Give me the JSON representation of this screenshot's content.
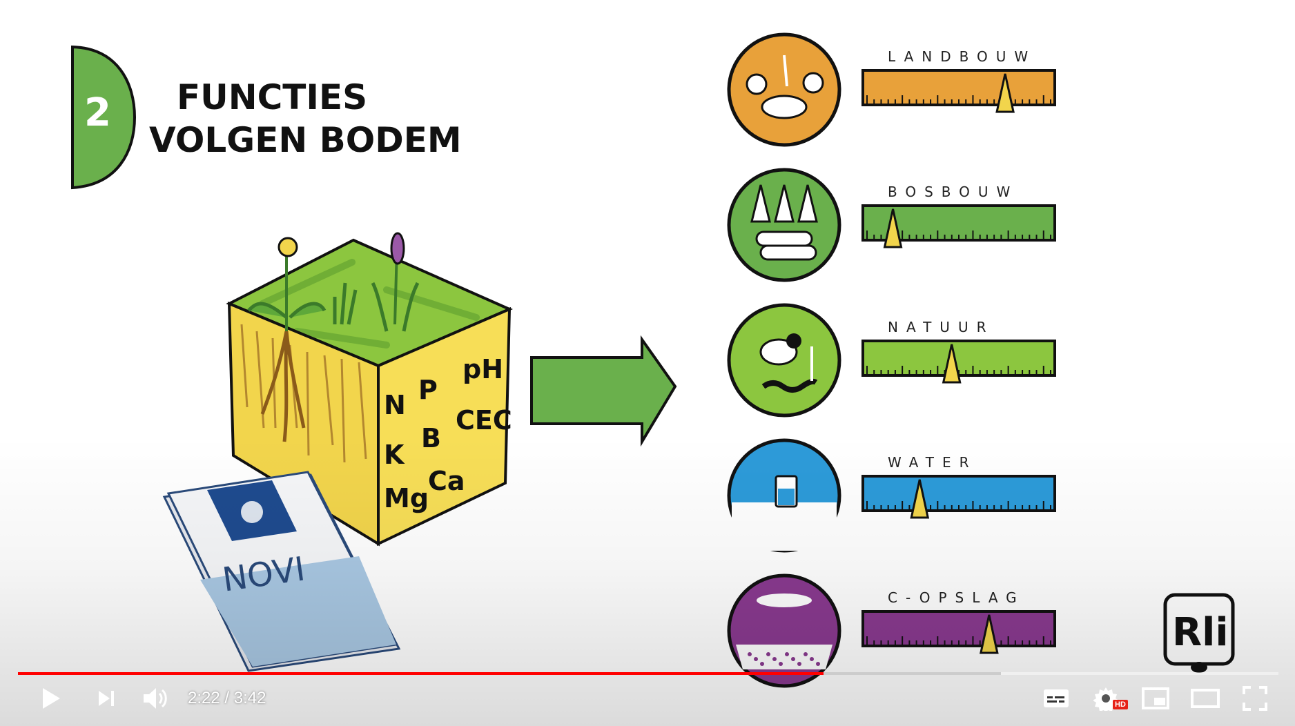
{
  "title": {
    "number": "2",
    "line1": "FUNCTIES",
    "line2": "VOLGEN BODEM"
  },
  "soil_cube": {
    "nutrients": [
      "N",
      "P",
      "pH",
      "K",
      "B",
      "CEC",
      "Mg",
      "Ca"
    ]
  },
  "document": {
    "label": "NOVI"
  },
  "gauges": [
    {
      "label": "LANDBOUW",
      "level": 0.76,
      "bar_color": "#e8a13a",
      "icon_bg": "#e8a13a",
      "icon": "agriculture-icon"
    },
    {
      "label": "BOSBOUW",
      "level": 0.13,
      "bar_color": "#6ab04c",
      "icon_bg": "#6ab04c",
      "icon": "forestry-icon"
    },
    {
      "label": "NATUUR",
      "level": 0.46,
      "bar_color": "#8cc63f",
      "icon_bg": "#8cc63f",
      "icon": "nature-icon"
    },
    {
      "label": "WATER",
      "level": 0.28,
      "bar_color": "#2d9bd9",
      "icon_bg": "#2d9bd9",
      "icon": "water-icon"
    },
    {
      "label": "C-OPSLAG",
      "level": 0.67,
      "bar_color": "#8a3a90",
      "icon_bg": "#8a3a90",
      "icon": "carbon-storage-icon"
    }
  ],
  "logo": {
    "text": "Rli"
  },
  "player": {
    "current_time": "2:22",
    "separator": " / ",
    "duration": "3:42",
    "played_fraction": 0.639,
    "loaded_fraction": 0.78,
    "progress_color": "#ff0000",
    "hd_badge": "HD",
    "icons": [
      "play-icon",
      "next-icon",
      "volume-icon",
      "subtitles-icon",
      "settings-icon",
      "miniplayer-icon",
      "theater-icon",
      "fullscreen-icon"
    ]
  }
}
